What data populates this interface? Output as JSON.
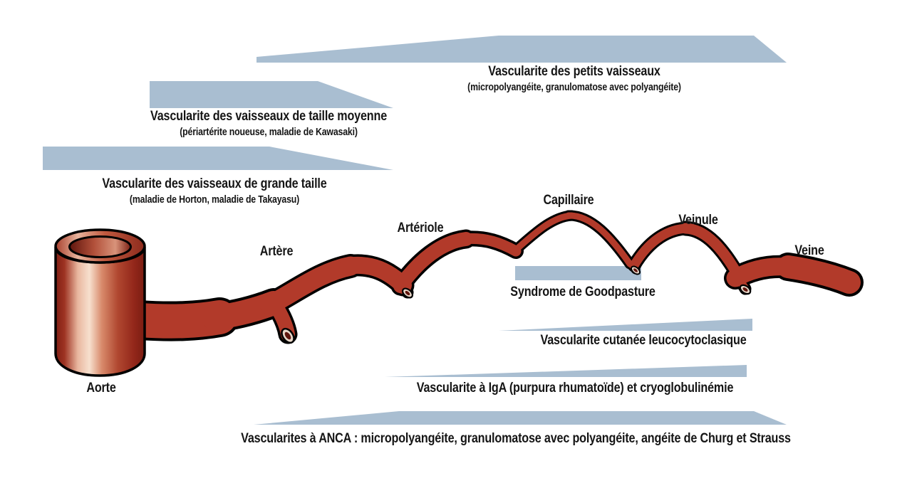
{
  "colors": {
    "band": "#a9bed1",
    "vessel": "#b23a2a",
    "vessel-dark": "#7a1d12",
    "vessel-light": "#f2cfbd",
    "outline": "#000000",
    "background": "#ffffff",
    "text": "#151515"
  },
  "bands": {
    "small_vessels": {
      "title": "Vascularite des petits vaisseaux",
      "subtitle": "(micropolyangéite, granulomatose avec polyangéite)"
    },
    "medium_vessels": {
      "title": "Vascularite des vaisseaux de taille moyenne",
      "subtitle": "(périartérite noueuse, maladie de Kawasaki)"
    },
    "large_vessels": {
      "title": "Vascularite des vaisseaux de grande taille",
      "subtitle": "(maladie de Horton, maladie de Takayasu)"
    },
    "goodpasture": {
      "title": "Syndrome de Goodpasture"
    },
    "leukocytoclastic": {
      "title": "Vascularite cutanée leucocytoclasique"
    },
    "iga": {
      "title": "Vascularite à IgA (purpura rhumatoïde) et cryoglobulinémie"
    },
    "anca": {
      "title": "Vascularites à ANCA : micropolyangéite, granulomatose avec polyangéite, angéite de Churg et Strauss"
    }
  },
  "vessel_labels": {
    "aorta": "Aorte",
    "artery": "Artère",
    "arteriole": "Artériole",
    "capillary": "Capillaire",
    "venule": "Veinule",
    "vein": "Veine"
  }
}
